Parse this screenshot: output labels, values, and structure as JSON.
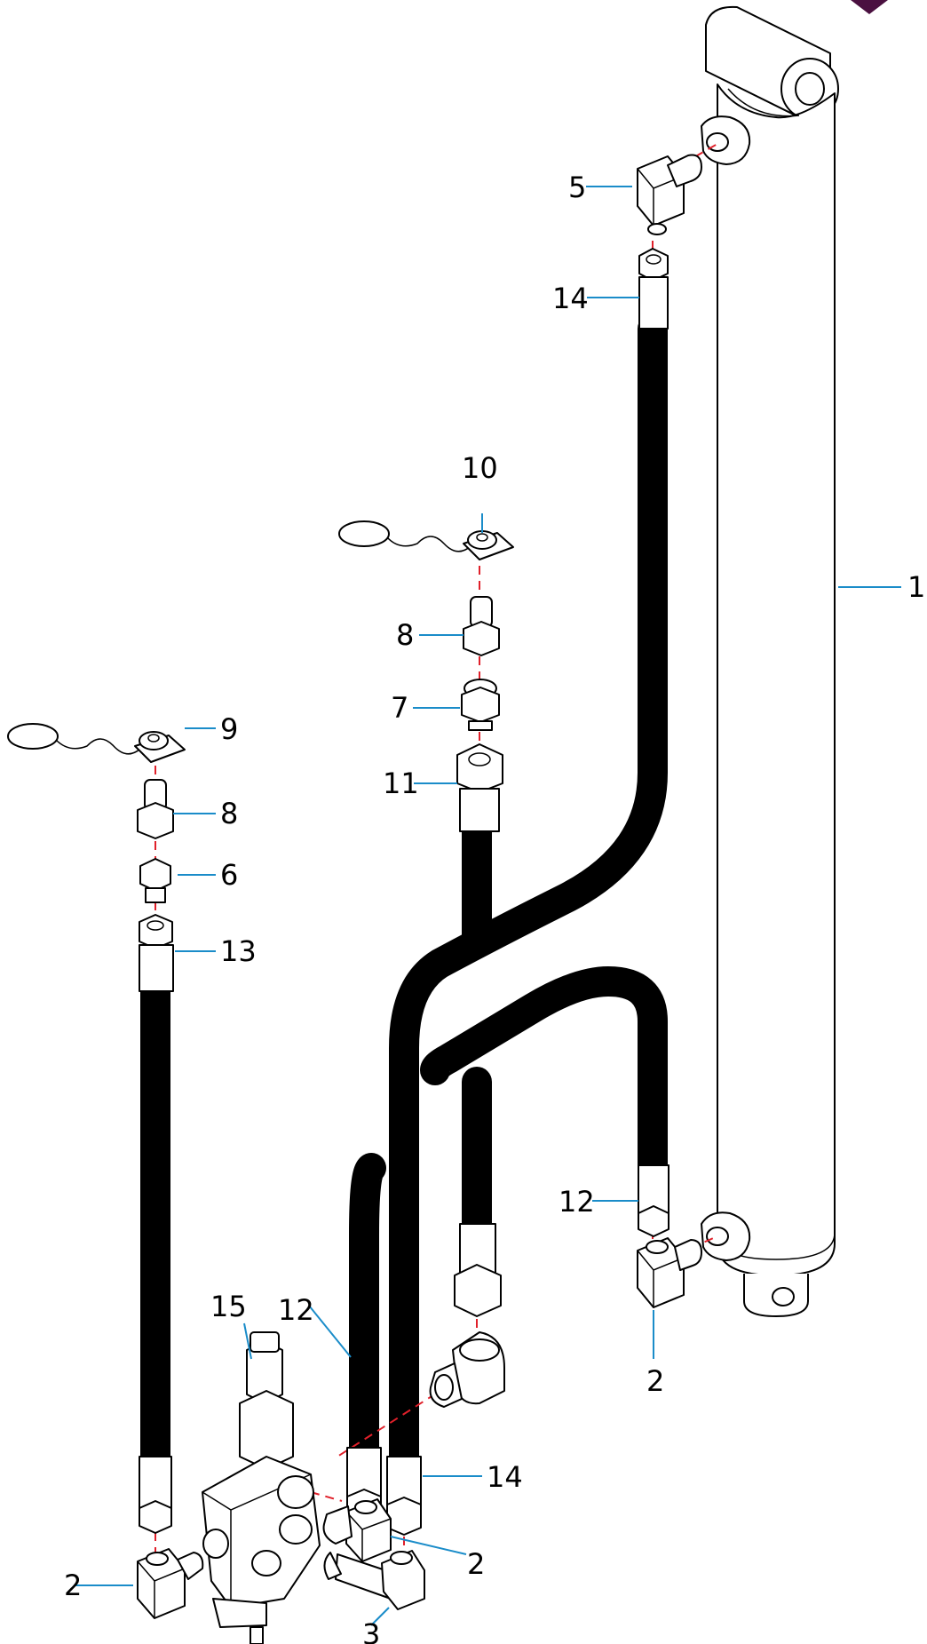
{
  "diagram": {
    "colors": {
      "leader": "#1a8cc9",
      "centerline": "#e0202a",
      "hose": "#000000",
      "corner_mark": "#4a1040"
    },
    "callouts": [
      {
        "id": "c1",
        "label": "1"
      },
      {
        "id": "c2a",
        "label": "2"
      },
      {
        "id": "c2b",
        "label": "2"
      },
      {
        "id": "c2c",
        "label": "2"
      },
      {
        "id": "c3",
        "label": "3"
      },
      {
        "id": "c5",
        "label": "5"
      },
      {
        "id": "c6",
        "label": "6"
      },
      {
        "id": "c7",
        "label": "7"
      },
      {
        "id": "c8a",
        "label": "8"
      },
      {
        "id": "c8b",
        "label": "8"
      },
      {
        "id": "c9",
        "label": "9"
      },
      {
        "id": "c10",
        "label": "10"
      },
      {
        "id": "c11",
        "label": "11"
      },
      {
        "id": "c12a",
        "label": "12"
      },
      {
        "id": "c12b",
        "label": "12"
      },
      {
        "id": "c13",
        "label": "13"
      },
      {
        "id": "c14a",
        "label": "14"
      },
      {
        "id": "c14b",
        "label": "14"
      },
      {
        "id": "c15",
        "label": "15"
      }
    ]
  }
}
